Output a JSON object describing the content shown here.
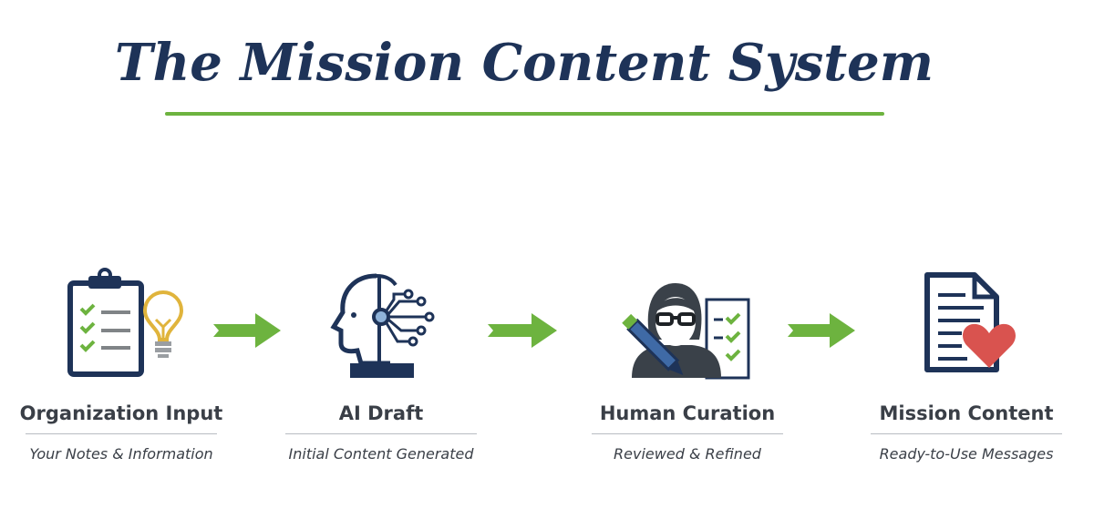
{
  "title": "The Mission Content System",
  "colors": {
    "navy": "#1e3358",
    "green": "#6db33f",
    "gold": "#e0b43c",
    "heart": "#d9534f",
    "text": "#3a3f47"
  },
  "steps": [
    {
      "label": "Organization Input",
      "subtitle": "Your Notes & Information",
      "icon": "clipboard-lightbulb-icon"
    },
    {
      "label": "AI Draft",
      "subtitle": "Initial Content Generated",
      "icon": "ai-head-circuit-icon"
    },
    {
      "label": "Human Curation",
      "subtitle": "Reviewed & Refined",
      "icon": "person-pencil-checklist-icon"
    },
    {
      "label": "Mission Content",
      "subtitle": "Ready-to-Use Messages",
      "icon": "document-heart-icon"
    }
  ]
}
